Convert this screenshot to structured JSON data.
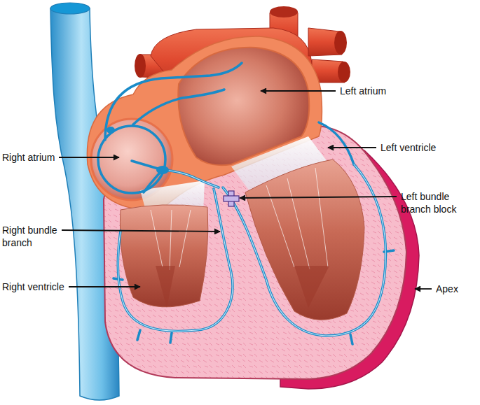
{
  "diagram": {
    "labels": [
      "Left atrium",
      "Left ventricle",
      "Right atrium",
      "Left bundle branch block",
      "Right bundle branch",
      "Right ventricle",
      "Apex"
    ]
  }
}
